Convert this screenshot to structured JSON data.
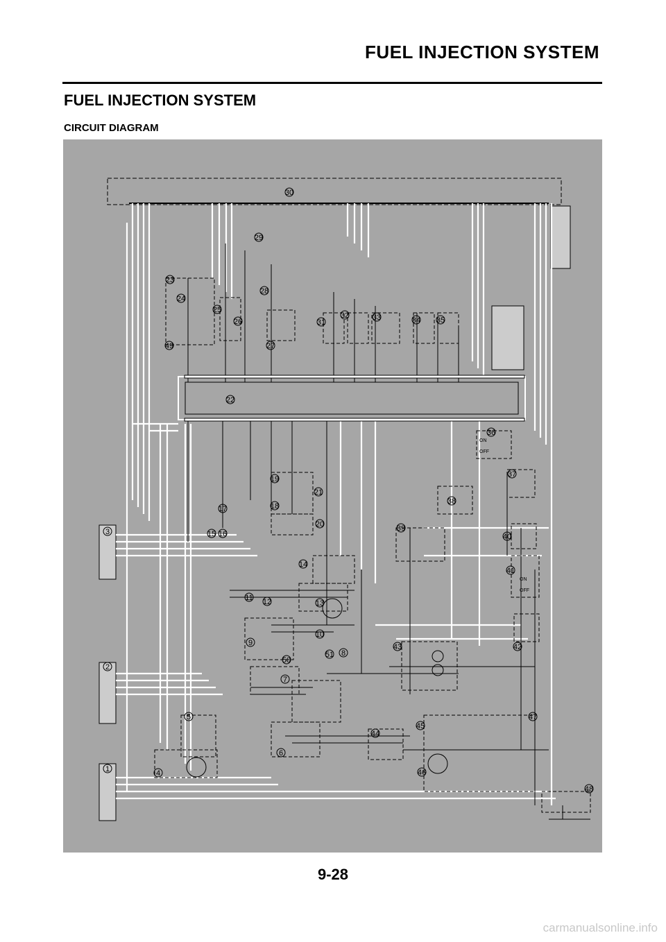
{
  "header": {
    "title": "FUEL INJECTION SYSTEM"
  },
  "section": {
    "title": "FUEL INJECTION SYSTEM",
    "subtitle": "CIRCUIT DIAGRAM"
  },
  "diagram": {
    "callouts": [
      "1",
      "2",
      "3",
      "4",
      "5",
      "6",
      "7",
      "8",
      "9",
      "10",
      "11",
      "12",
      "13",
      "14",
      "15",
      "16",
      "17",
      "18",
      "19",
      "20",
      "21",
      "22",
      "23",
      "24",
      "25",
      "26",
      "27",
      "28",
      "29",
      "30",
      "31",
      "32",
      "33",
      "34",
      "35",
      "36",
      "37",
      "38",
      "39",
      "40",
      "41",
      "42",
      "43",
      "44",
      "45",
      "46",
      "47",
      "48",
      "49",
      "50",
      "51"
    ],
    "labels": {
      "on": "ON",
      "off": "OFF"
    }
  },
  "footer": {
    "page_number": "9-28",
    "watermark": "carmanualsonline.info"
  }
}
